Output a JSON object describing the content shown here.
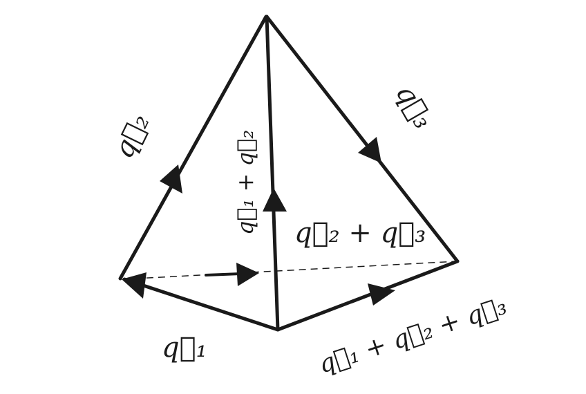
{
  "diagram": {
    "labels": {
      "q1": "q⃗₁",
      "q2": "q⃗₂",
      "q3": "q⃗₃",
      "q1_plus_q2": "q⃗₁ + q⃗₂",
      "q2_plus_q3": "q⃗₂ + q⃗₃",
      "q1_plus_q2_plus_q3": "q⃗₁ + q⃗₂ + q⃗₃"
    },
    "colors": {
      "stroke": "#1a1a1a",
      "background": "#ffffff"
    }
  }
}
